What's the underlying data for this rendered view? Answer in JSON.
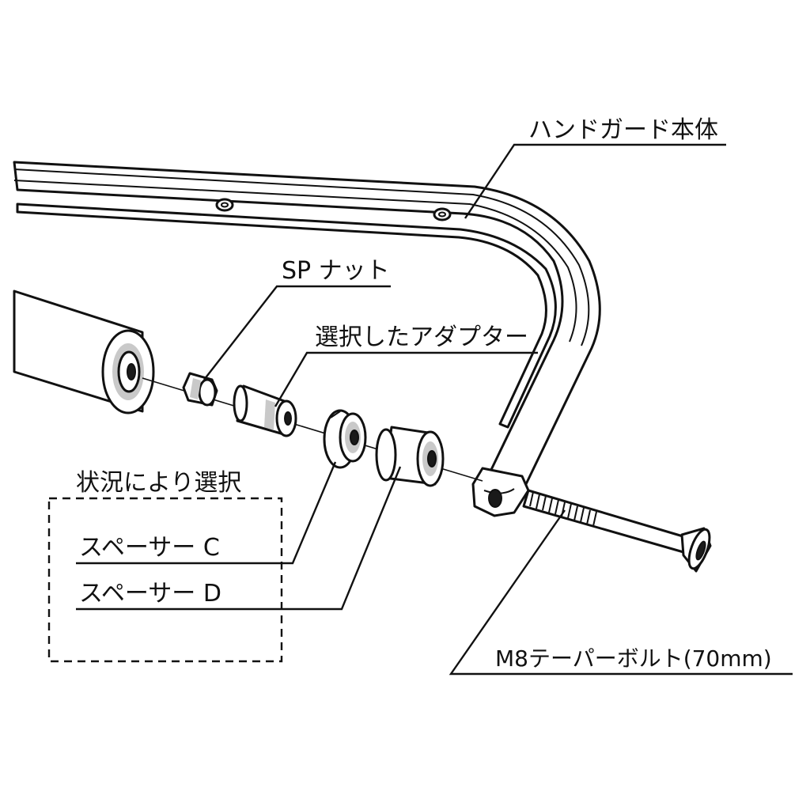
{
  "diagram": {
    "labels": {
      "handguard_body": "ハンドガード本体",
      "sp_nut": "SP ナット",
      "selected_adapter": "選択したアダプター",
      "select_by_situation": "状況により選択",
      "spacer_c": "スペーサー C",
      "spacer_d": "スペーサー D",
      "taper_bolt": "M8テーパーボルト(70mm)"
    },
    "colors": {
      "line": "#111111",
      "background": "#ffffff",
      "shade": "#c9c9c9"
    },
    "icons": {
      "handguard": "handguard-bar",
      "handlebar": "handlebar-tube",
      "nut": "sp-nut-part",
      "adapter": "adapter-cylinder",
      "spacer_c": "spacer-c-ring",
      "spacer_d": "spacer-d-ring",
      "bolt": "taper-bolt"
    }
  }
}
